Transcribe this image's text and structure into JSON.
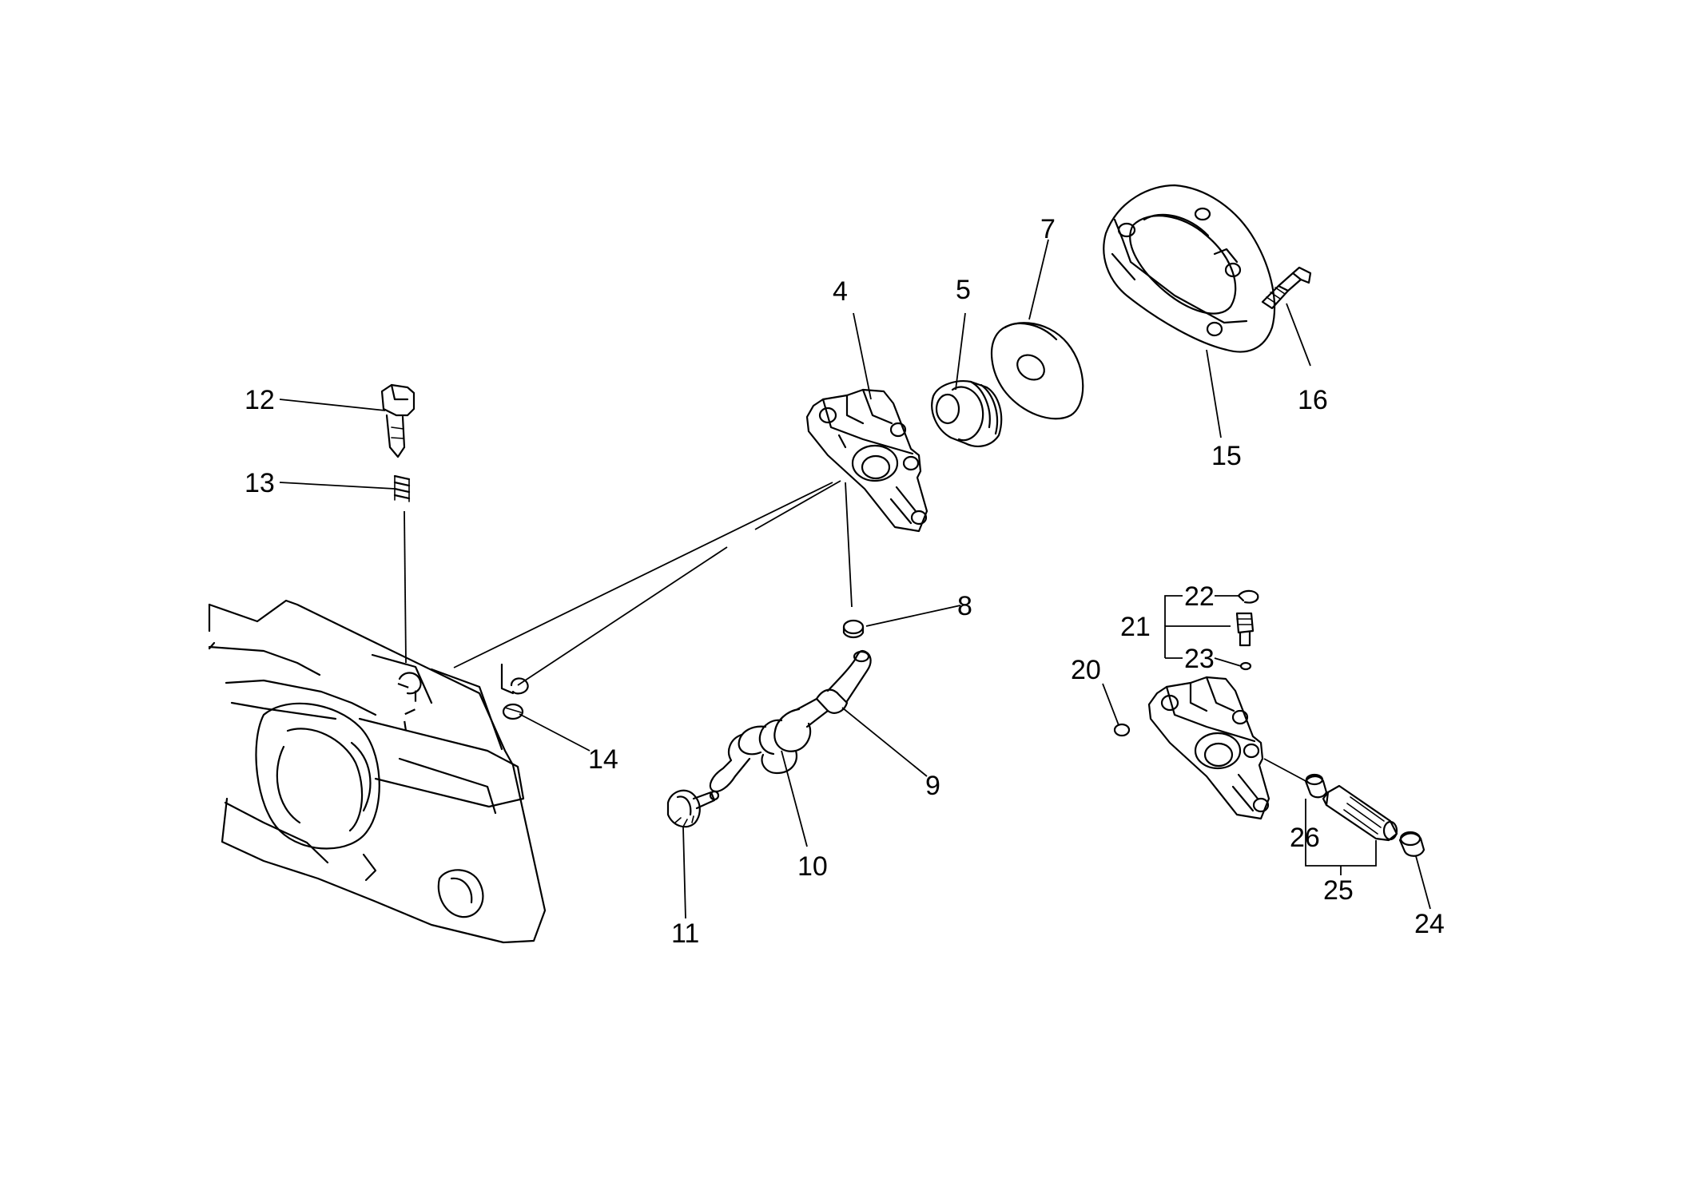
{
  "callouts": {
    "c4": "4",
    "c5": "5",
    "c7": "7",
    "c8": "8",
    "c9": "9",
    "c10": "10",
    "c11": "11",
    "c12": "12",
    "c13": "13",
    "c14": "14",
    "c15": "15",
    "c16": "16",
    "c20": "20",
    "c21": "21",
    "c22": "22",
    "c23": "23",
    "c24": "24",
    "c25": "25",
    "c26": "26"
  },
  "colors": {
    "line": "#000000",
    "background": "#ffffff"
  }
}
